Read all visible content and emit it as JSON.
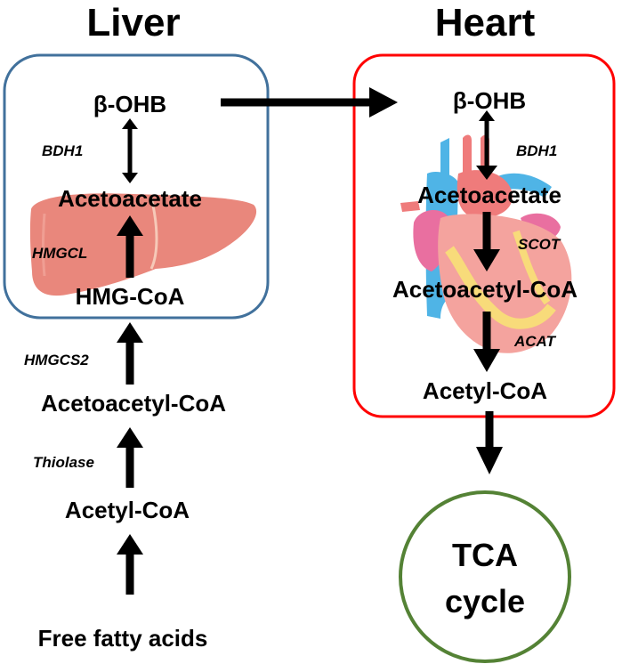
{
  "colors": {
    "liver_box": "#41719c",
    "heart_box": "#ff0000",
    "tca_circle": "#548235",
    "arrow": "#000000",
    "liver_fill": "#e9877c",
    "heart_red": "#ef7b7b",
    "heart_blue": "#4fb4e6",
    "heart_pink": "#e96fa0",
    "heart_yellow": "#f8db7a"
  },
  "liver": {
    "title": "Liver",
    "metabolites": [
      "β-OHB",
      "Acetoacetate",
      "HMG-CoA",
      "Acetoacetyl-CoA",
      "Acetyl-CoA"
    ],
    "enzymes": [
      "BDH1",
      "HMGCL",
      "HMGCS2",
      "Thiolase"
    ]
  },
  "heart": {
    "title": "Heart",
    "metabolites": [
      "β-OHB",
      "Acetoacetate",
      "Acetoacetyl-CoA",
      "Acetyl-CoA"
    ],
    "enzymes": [
      "BDH1",
      "SCOT",
      "ACAT"
    ]
  },
  "input_label": "Free fatty acids",
  "tca": {
    "line1": "TCA",
    "line2": "cycle"
  }
}
